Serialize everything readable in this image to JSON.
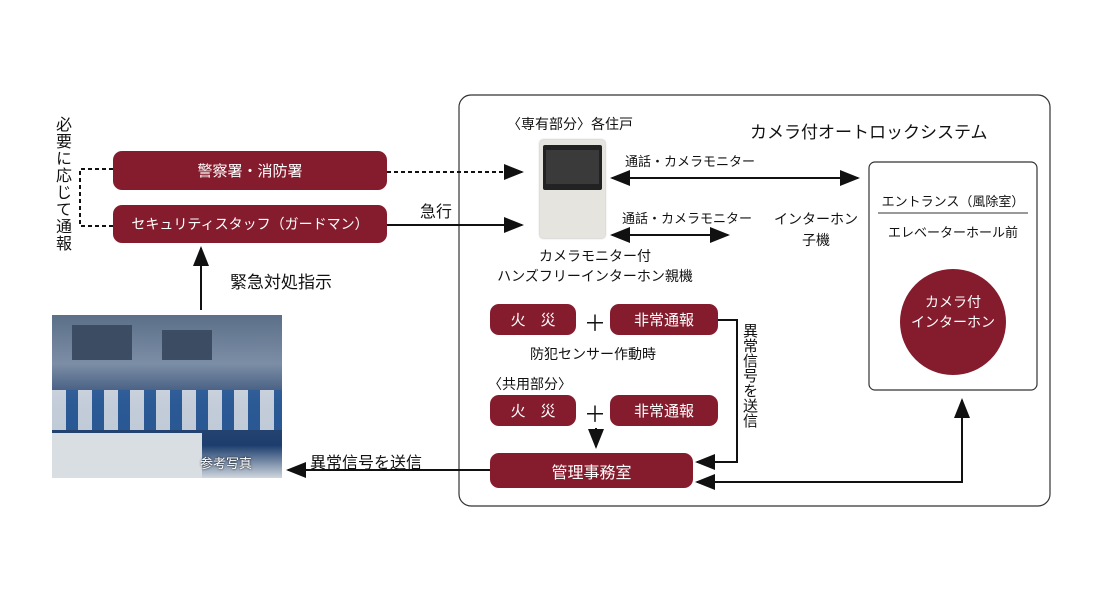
{
  "left": {
    "vertical_label": "必要に応じて通報",
    "police_fire": "警察署・消防署",
    "security_staff": "セキュリティスタッフ（ガードマン）",
    "rush_label": "急行",
    "emergency_instruction": "緊急対処指示",
    "photo_caption": "参考写真",
    "send_signal_label": "異常信号を送信"
  },
  "system": {
    "title": "カメラ付オートロックシステム",
    "private_header": "〈専有部分〉各住戸",
    "call_monitor_1": "通話・カメラモニター",
    "call_monitor_2": "通話・カメラモニター",
    "sub_unit_line1": "インターホン",
    "sub_unit_line2": "子機",
    "device_caption_line1": "カメラモニター付",
    "device_caption_line2": "ハンズフリーインターホン親機",
    "entrance": "エントランス（風除室）",
    "elevator_hall": "エレベーターホール前",
    "camera_intercom_line1": "カメラ付",
    "camera_intercom_line2": "インターホン",
    "fire_1": "火　災",
    "plus_1": "＋",
    "emergency_call_1": "非常通報",
    "crime_sensor": "防犯センサー作動時",
    "common_header": "〈共用部分〉",
    "fire_2": "火　災",
    "plus_2": "＋",
    "emergency_call_2": "非常通報",
    "management_office": "管理事務室",
    "send_signal_vertical": "異常信号を送信"
  },
  "colors": {
    "accent": "#851c2e"
  }
}
